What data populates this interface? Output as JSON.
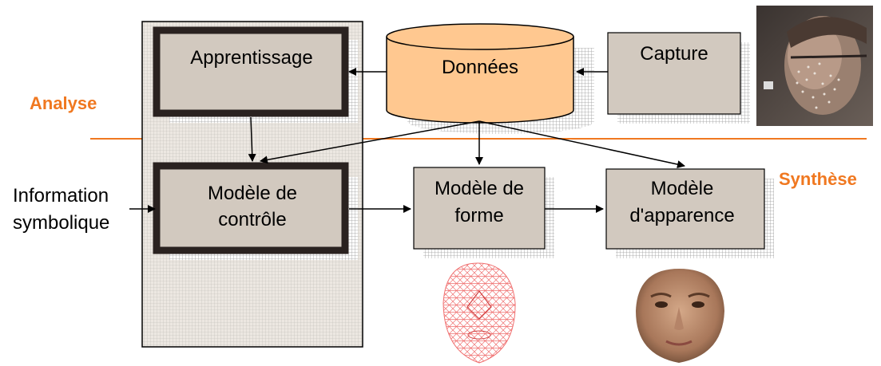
{
  "labels": {
    "analyse": "Analyse",
    "synthese": "Synthèse",
    "information_line1": "Information",
    "information_line2": "symbolique"
  },
  "boxes": {
    "apprentissage": "Apprentissage",
    "donnees": "Données",
    "capture": "Capture",
    "controle_line1": "Modèle de",
    "controle_line2": "contrôle",
    "forme_line1": "Modèle de",
    "forme_line2": "forme",
    "apparence_line1": "Modèle",
    "apparence_line2": "d'apparence"
  },
  "colors": {
    "accent": "#f07820",
    "box_fill": "#d2c9bf",
    "database_fill": "#ffc890",
    "panel_fill": "#ece7e1"
  },
  "images": {
    "photo": "face-photo-with-markers",
    "mesh": "wireframe-face-mesh",
    "rendered_face": "rendered-face-texture"
  }
}
